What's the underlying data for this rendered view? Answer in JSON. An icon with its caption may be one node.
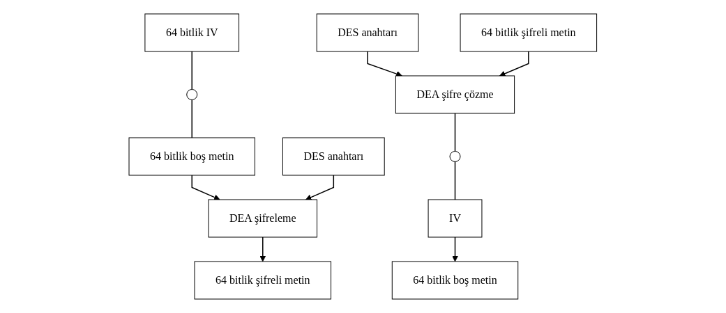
{
  "diagram": {
    "nodes": [
      {
        "text": [
          "64 bitlik IV"
        ]
      },
      {
        "text": [],
        "shape": "circle"
      },
      {
        "text": [
          "64 bitlik boş metin"
        ]
      },
      {
        "text": [
          "DES anahtarı"
        ]
      },
      {
        "text": [
          "DEA şifreleme"
        ]
      },
      {
        "text": [
          "64 bitlik şifreli metin"
        ]
      },
      {
        "text": [
          "64 bitlik boş metin"
        ]
      },
      {
        "text": [
          "IV"
        ]
      },
      {
        "text": [],
        "shape": "circle"
      },
      {
        "text": [
          "DES anahtarı"
        ]
      },
      {
        "text": [
          "DEA şifre çözme"
        ]
      },
      {
        "text": [
          "64 bitlik şifreli metin"
        ]
      }
    ],
    "edges": [
      {
        "from": 0,
        "to": 1,
        "arrow": "none"
      },
      {
        "from": 1,
        "to": 2,
        "arrow": "none"
      },
      {
        "from": 2,
        "to": 4,
        "arrow": "to"
      },
      {
        "from": 3,
        "to": 4,
        "arrow": "to"
      },
      {
        "from": 4,
        "to": 5,
        "arrow": "to"
      },
      {
        "from": 7,
        "to": 6,
        "arrow": "to"
      },
      {
        "from": 8,
        "to": 7,
        "arrow": "none"
      },
      {
        "from": 10,
        "to": 8,
        "arrow": "none"
      },
      {
        "from": 9,
        "to": 10,
        "arrow": "to"
      },
      {
        "from": 11,
        "to": 10,
        "arrow": "to"
      }
    ]
  }
}
